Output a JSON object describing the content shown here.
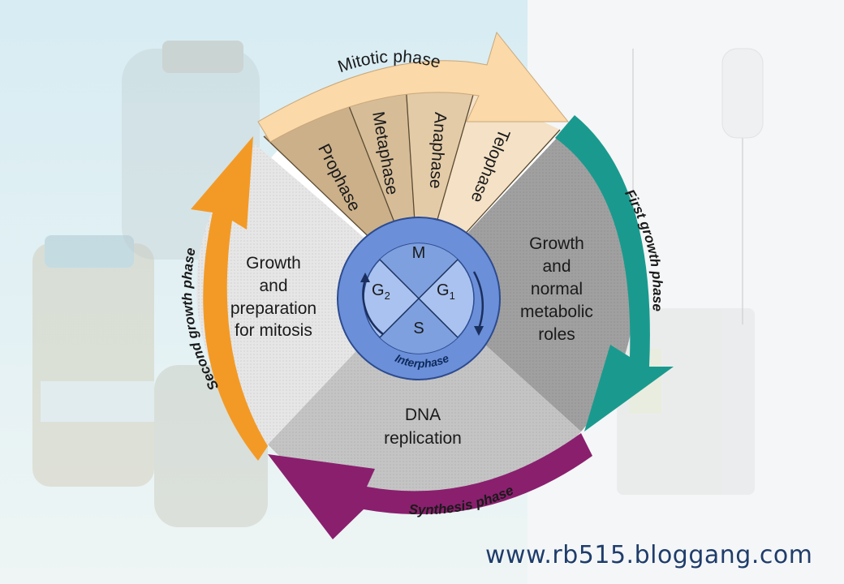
{
  "diagram": {
    "title": "",
    "mitotic_phase": "Mitotic phase",
    "stages": [
      "Prophase",
      "Metaphase",
      "Anaphase",
      "Telophase"
    ],
    "sectors": {
      "g1": [
        "Growth",
        "and",
        "normal",
        "metabolic",
        "roles"
      ],
      "s": [
        "DNA",
        "replication"
      ],
      "g2": [
        "Growth",
        "and",
        "preparation",
        "for mitosis"
      ]
    },
    "arrows": {
      "first": "First growth phase",
      "synthesis": "Synthesis phase",
      "second": "Second growth phase"
    },
    "center": {
      "m": "M",
      "g1": "G",
      "g1_sub": "1",
      "g2": "G",
      "g2_sub": "2",
      "s": "S",
      "interphase": "Interphase"
    },
    "colors": {
      "mitotic_arrow": "#fbd9a8",
      "first_arrow": "#1a9a8e",
      "synthesis_arrow": "#8a1f6e",
      "second_arrow": "#f39a26",
      "center_ring": "#6b8fd8",
      "center_inner": "#a9c2ef",
      "g1_sector": "#a0a0a0",
      "s_sector": "#c4c4c4",
      "g2_sector": "#e6e6e6"
    }
  },
  "watermark": "www.rb515.bloggang.com"
}
